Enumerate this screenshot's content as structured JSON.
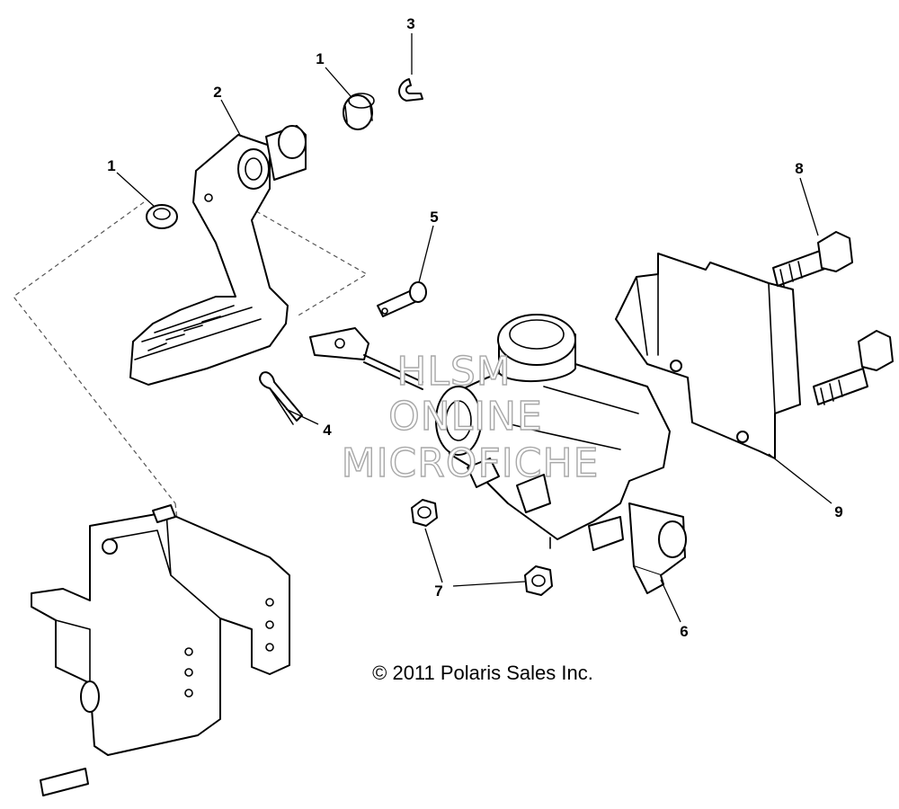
{
  "callouts": {
    "c1a": "1",
    "c1b": "1",
    "c2": "2",
    "c3": "3",
    "c4": "4",
    "c5": "5",
    "c6": "6",
    "c7": "7",
    "c8": "8",
    "c9": "9"
  },
  "watermark": {
    "line1": "HLSM",
    "line2": "ONLINE",
    "line3": "MICROFICHE"
  },
  "copyright": "© 2011 Polaris Sales Inc.",
  "colors": {
    "line": "#000000",
    "watermark_outline": "#a8a8a8",
    "background": "#ffffff"
  }
}
